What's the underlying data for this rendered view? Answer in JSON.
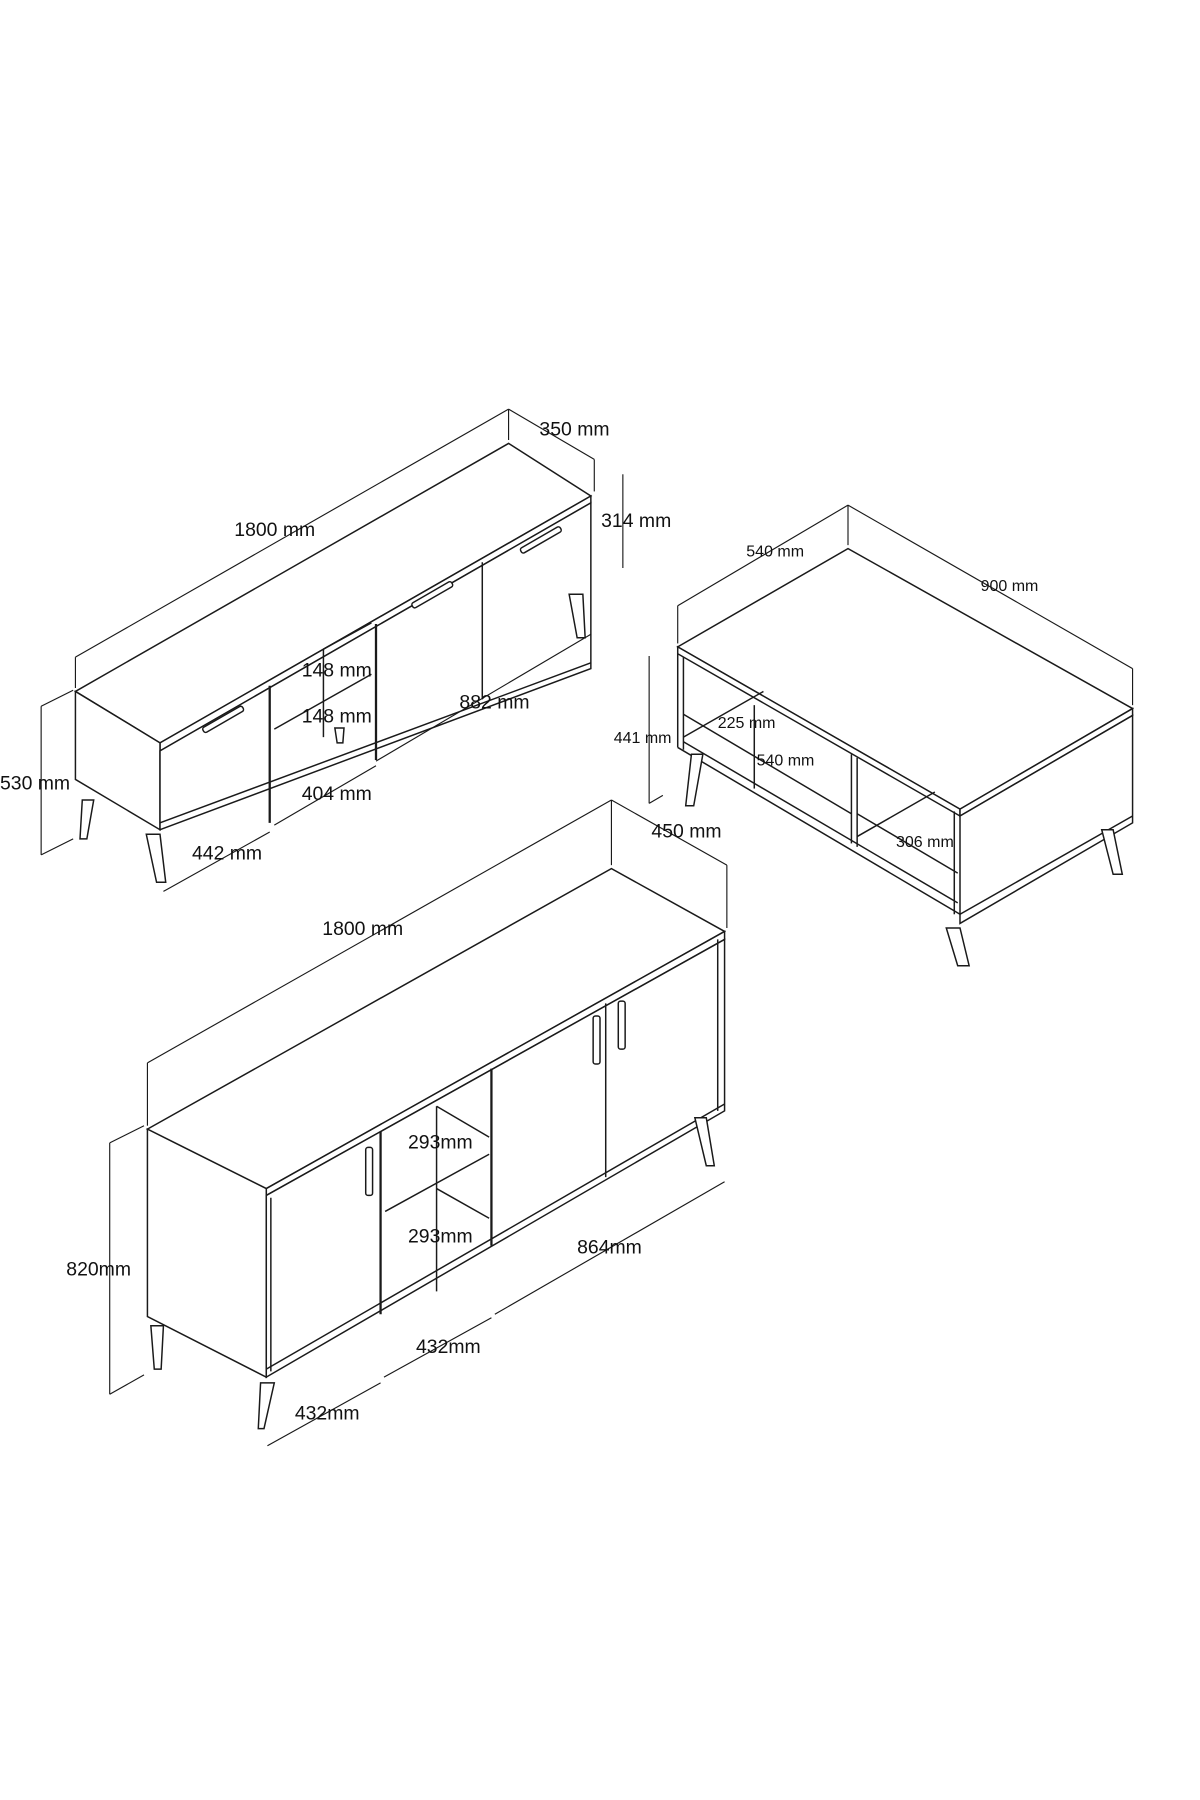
{
  "title": "Furniture set dimension drawing",
  "tv_unit": {
    "width": "1800 mm",
    "depth": "350 mm",
    "height": "530 mm",
    "carcass_height": "314 mm",
    "shelf_top": "148 mm",
    "shelf_bottom": "148 mm",
    "right_doors_width": "882 mm",
    "middle_width": "404 mm",
    "left_door_width": "442 mm"
  },
  "coffee_table": {
    "depth": "540 mm",
    "width": "900 mm",
    "height": "441 mm",
    "shelf_height": "225 mm",
    "shelf_width": "540 mm",
    "side_compartment_width": "306 mm"
  },
  "sideboard": {
    "width": "1800 mm",
    "depth": "450 mm",
    "height": "820mm",
    "shelf_top": "293mm",
    "shelf_bottom": "293mm",
    "right_doors_width": "864mm",
    "middle_width": "432mm",
    "left_door_width": "432mm"
  }
}
